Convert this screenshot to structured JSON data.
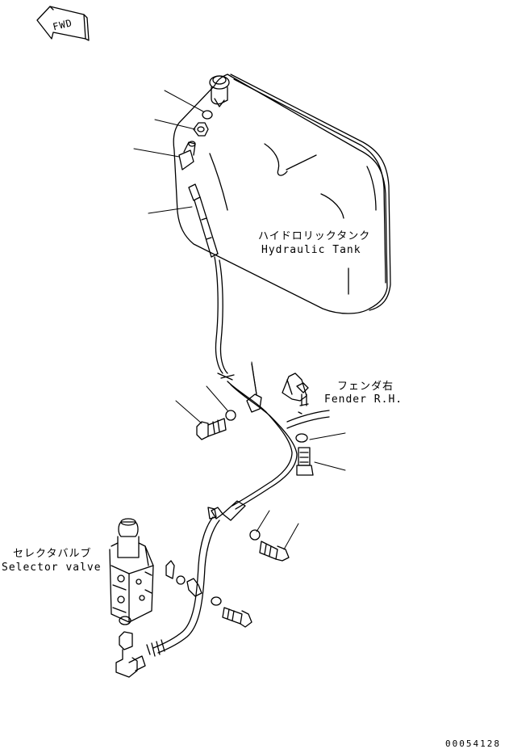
{
  "fwd_indicator": "FWD",
  "labels": {
    "hydraulic_tank_jp": "ハイドロリックタンク",
    "hydraulic_tank_en": "Hydraulic Tank",
    "fender_jp": "フェンダ右",
    "fender_en": "Fender R.H.",
    "selector_valve_jp": "セレクタバルブ",
    "selector_valve_en": "Selector valve"
  },
  "part_number": "00054128",
  "line_color": "#000000"
}
